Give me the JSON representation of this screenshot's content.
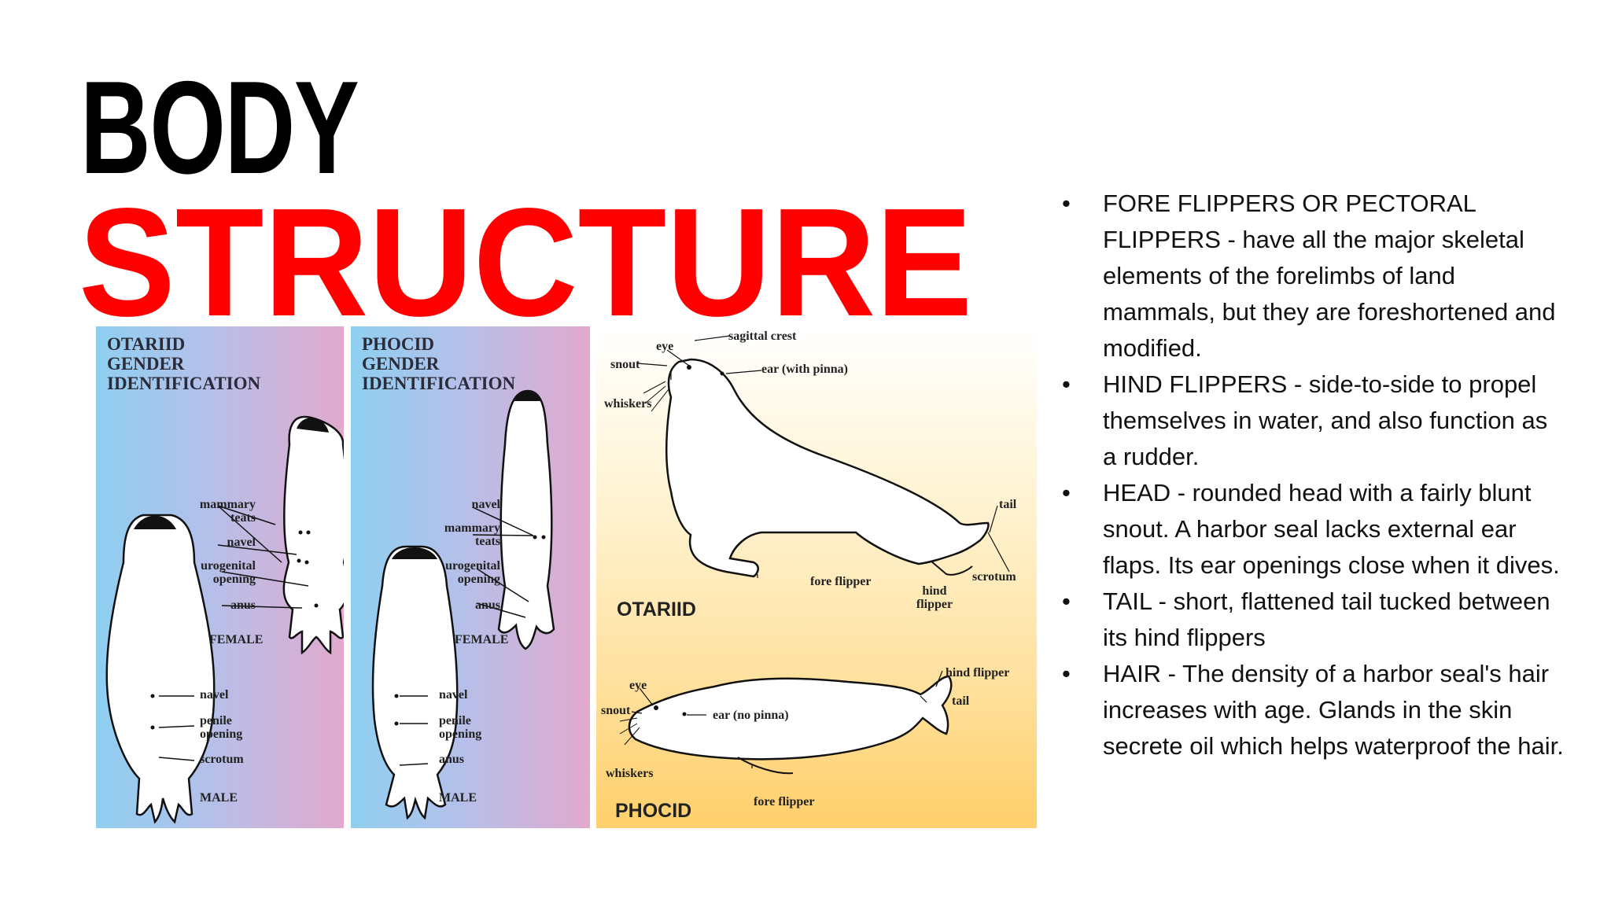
{
  "title": {
    "line1": "BODY",
    "line2": "STRUCTURE"
  },
  "otariid_gender": {
    "title": "OTARIID\nGENDER\nIDENTIFICATION",
    "female_labels": {
      "mammary": "mammary\nteats",
      "navel": "navel",
      "urogenital": "urogenital\nopening",
      "anus": "anus",
      "female": "FEMALE"
    },
    "male_labels": {
      "navel": "navel",
      "penile": "penile\nopening",
      "scrotum": "scrotum",
      "male": "MALE"
    }
  },
  "phocid_gender": {
    "title": "PHOCID\nGENDER\nIDENTIFICATION",
    "female_labels": {
      "navel": "navel",
      "mammary": "mammary\nteats",
      "urogenital": "urogenital\nopening",
      "anus": "anus",
      "female": "FEMALE"
    },
    "male_labels": {
      "navel": "navel",
      "penile": "penile\nopening",
      "anus": "anus",
      "male": "MALE"
    }
  },
  "anatomy": {
    "otariid": {
      "name": "OTARIID",
      "sagittal": "sagittal crest",
      "eye": "eye",
      "snout": "snout",
      "ear": "ear (with pinna)",
      "whiskers": "whiskers",
      "tail": "tail",
      "fore_flipper": "fore flipper",
      "hind_flipper": "hind\nflipper",
      "scrotum": "scrotum"
    },
    "phocid": {
      "name": "PHOCID",
      "eye": "eye",
      "snout": "snout",
      "ear": "ear (no pinna)",
      "whiskers": "whiskers",
      "hind_flipper": "hind flipper",
      "tail": "tail",
      "fore_flipper": "fore flipper"
    }
  },
  "bullets": [
    "FORE FLIPPERS OR PECTORAL FLIPPERS -  have all the major skeletal elements of the forelimbs of land mammals, but they are foreshortened and modified.",
    "HIND FLIPPERS -  side-to-side to propel themselves in water, and also function as a rudder.",
    "HEAD -  rounded head with a fairly blunt snout. A harbor seal lacks external ear flaps. Its ear openings close when it dives.",
    "TAIL - short, flattened tail tucked between its hind flippers",
    "HAIR -  The density of a harbor seal's hair increases with age. Glands in the skin secrete oil which helps waterproof the hair."
  ],
  "bullet_symbol": "•"
}
